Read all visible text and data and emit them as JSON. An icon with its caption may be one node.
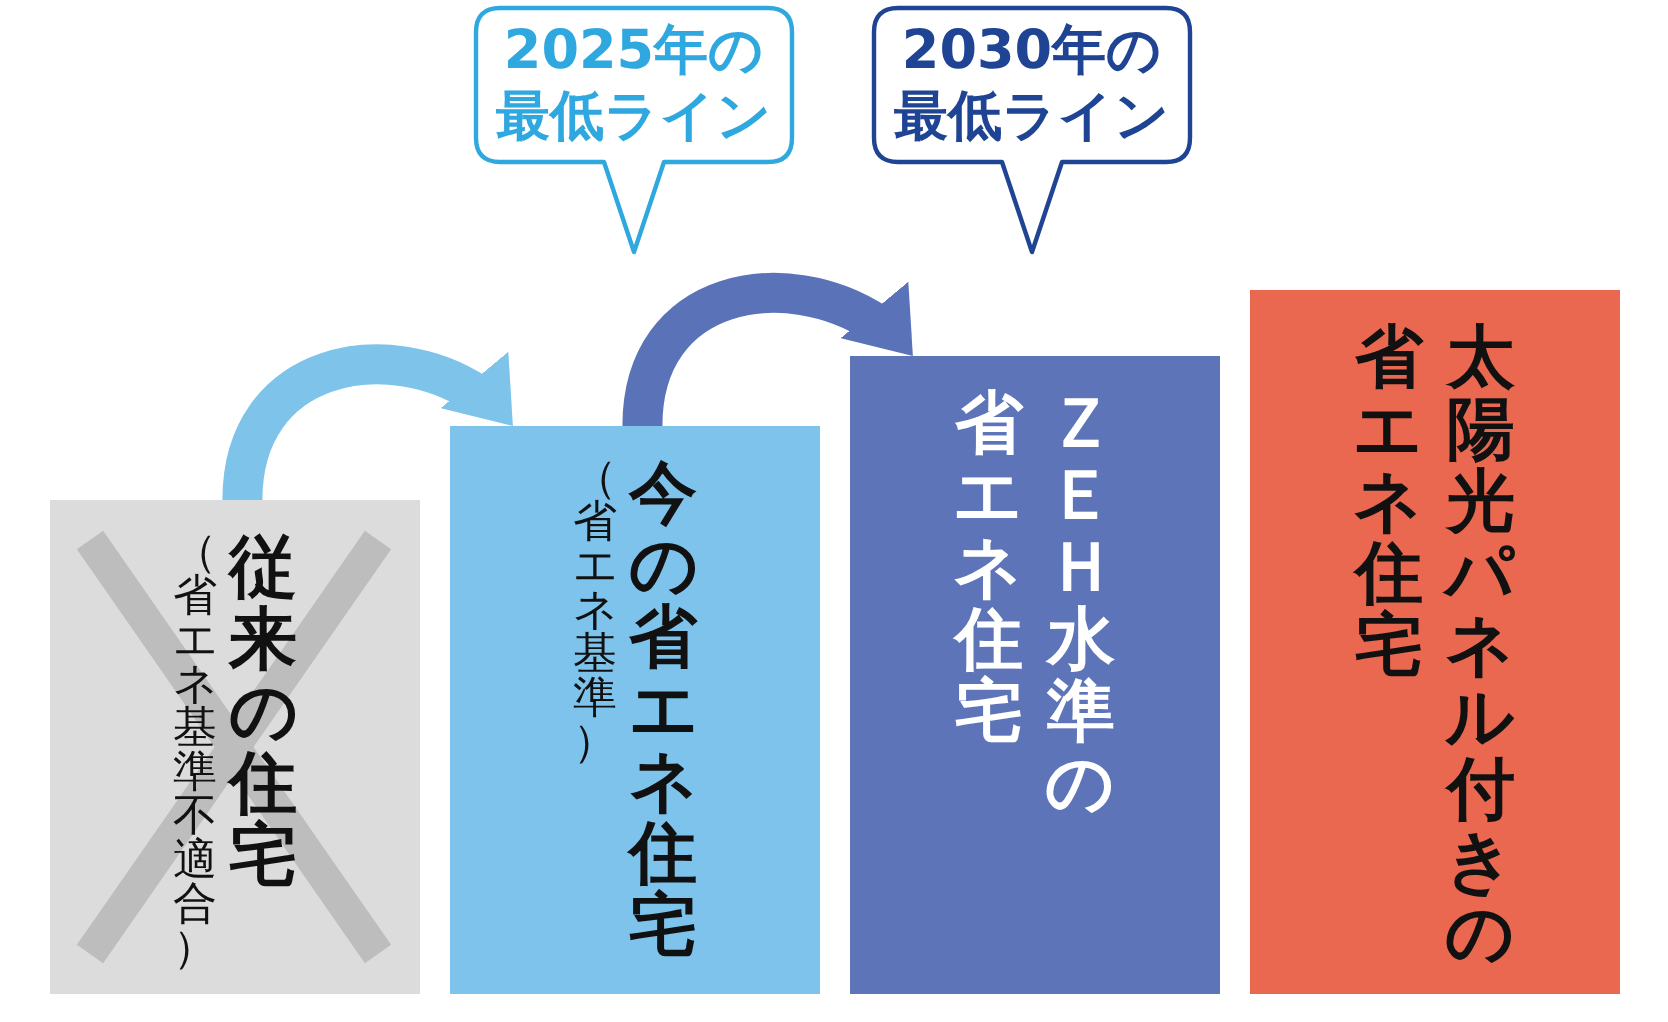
{
  "diagram": {
    "nodes": [
      {
        "text": [
          "2025年の最低ライン"
        ]
      },
      {
        "text": [
          "2030年の最低ライン"
        ]
      },
      {
        "text": [
          "（省エネ基準不適合）",
          "従来の住宅"
        ]
      },
      {
        "text": [
          "（省エネ基準）",
          "今の省エネ住宅"
        ]
      },
      {
        "text": [
          "ＺＥＨ水準の省エネ住宅"
        ]
      },
      {
        "text": [
          "太陽光パネル付きの省エネ住宅"
        ]
      }
    ],
    "edges": [
      {
        "from": 2,
        "to": 3,
        "arrow": "to",
        "color": "#7dc3ea"
      },
      {
        "from": 3,
        "to": 4,
        "arrow": "to",
        "color": "#5a72b8"
      }
    ]
  }
}
